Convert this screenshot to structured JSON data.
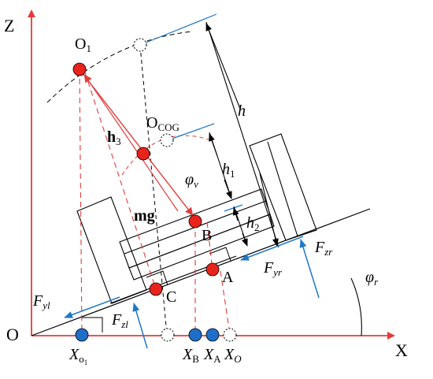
{
  "labels": {
    "axis_z": "Z",
    "axis_x": "X",
    "origin": "O",
    "o1_main": "O",
    "o1_sub": "1",
    "ocog_main": "O",
    "ocog_sub": "COG",
    "h": "h",
    "h1_main": "h",
    "h1_sub": "1",
    "h2_main": "h",
    "h2_sub": "2",
    "h3_main": "h",
    "h3_sub": "3",
    "phi_v_main": "φ",
    "phi_v_sub": "v",
    "phi_r_main": "φ",
    "phi_r_sub": "r",
    "mg": "mg",
    "point_a": "A",
    "point_b": "B",
    "point_c": "C",
    "fzr_main": "F",
    "fzr_sub": "zr",
    "fyr_main": "F",
    "fyr_sub": "yr",
    "fyl_main": "F",
    "fyl_sub": "yl",
    "fzl_main": "F",
    "fzl_sub": "zl",
    "xo1_main": "X",
    "xo1_sub": "o",
    "xo1_subsub": "1",
    "xb_main": "X",
    "xb_sub": "B",
    "xa_main": "X",
    "xa_sub": "A",
    "xo_main": "X",
    "xo_sub": "O"
  },
  "colors": {
    "axis": "#e23b3b",
    "point_red": "#e8231c",
    "point_blue": "#1f6fc9",
    "force_blue": "#1f78c8",
    "dashed_red": "#e23b3b",
    "line": "#000000"
  }
}
